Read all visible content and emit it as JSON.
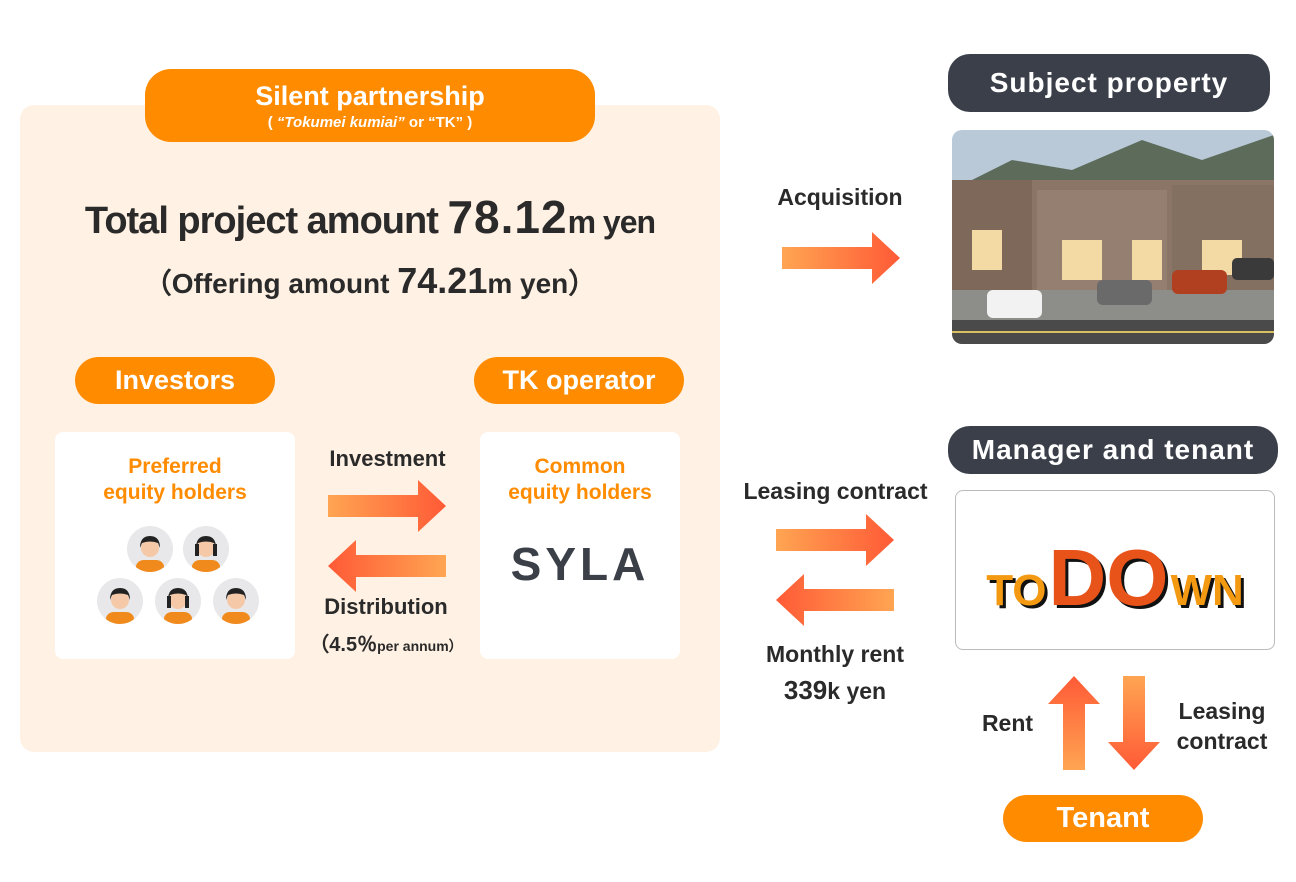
{
  "silent_partnership": {
    "title": "Silent partnership",
    "subtitle_open": "( ",
    "subtitle_italic": "“Tokumei kumiai”",
    "subtitle_rest": " or “TK” )"
  },
  "total": {
    "prefix": "Total project amount",
    "value": "78.12",
    "unit": "m yen"
  },
  "offering": {
    "prefix": "（Offering amount",
    "value": "74.21",
    "unit": "m yen）"
  },
  "investors": {
    "label": "Investors",
    "card_line1": "Preferred",
    "card_line2": "equity holders"
  },
  "tk_operator": {
    "label": "TK operator",
    "card_line1": "Common",
    "card_line2": "equity holders",
    "logo": "SYLA"
  },
  "flows": {
    "investment": "Investment",
    "distribution": "Distribution",
    "rate_open": "（",
    "rate_value": "4.5％",
    "rate_unit": "per annum）",
    "acquisition": "Acquisition",
    "leasing_contract": "Leasing contract",
    "monthly_rent": "Monthly rent",
    "monthly_rent_value": "339",
    "monthly_rent_unit": "k yen",
    "rent": "Rent",
    "leasing_contract_2_line1": "Leasing",
    "leasing_contract_2_line2": "contract"
  },
  "subject_property": {
    "label": "Subject property"
  },
  "manager": {
    "label": "Manager and tenant",
    "logo": "TODOWN"
  },
  "tenant": {
    "label": "Tenant"
  },
  "colors": {
    "orange": "#ff8c00",
    "dark": "#3a3f4a",
    "panel": "#fff1e3",
    "arrow_start": "#ffa552",
    "arrow_end": "#ff5a36"
  }
}
